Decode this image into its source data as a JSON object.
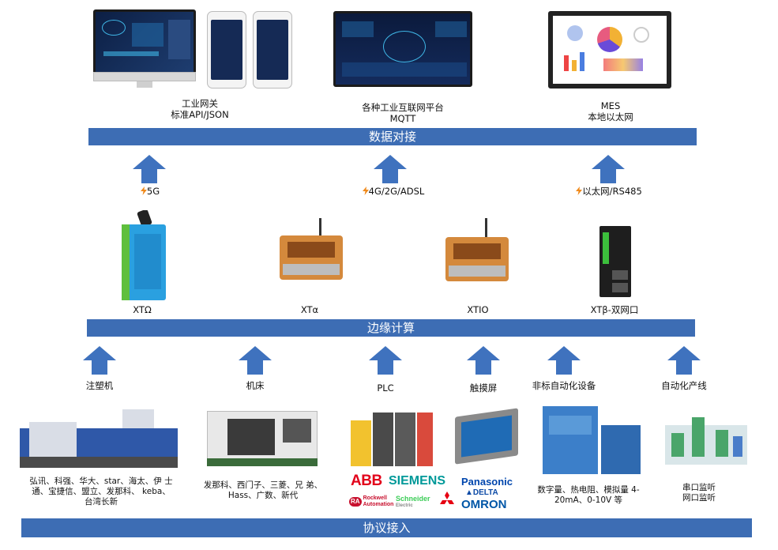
{
  "bars": {
    "top": "数据对接",
    "middle": "边缘计算",
    "bottom": "协议接入"
  },
  "platforms": [
    {
      "line1": "工业网关",
      "line2": "标准API/JSON"
    },
    {
      "line1": "各种工业互联网平台",
      "line2": "MQTT"
    },
    {
      "line1": "MES",
      "line2": "本地以太网"
    }
  ],
  "links": [
    {
      "icon": "lightning-icon",
      "label": "5G"
    },
    {
      "icon": "lightning-icon",
      "label": "4G/2G/ADSL"
    },
    {
      "icon": "lightning-icon",
      "label": "以太网/RS485"
    }
  ],
  "devices": [
    "XTΩ",
    "XTα",
    "XTIO",
    "XTβ-双网口"
  ],
  "sources": [
    {
      "label": "注塑机",
      "desc": [
        "弘讯、科强、华大、star、海太、伊 士",
        "通、宝捷信、盟立、发那科、 keba、",
        "台湾长新"
      ]
    },
    {
      "label": "机床",
      "desc": [
        "发那科、西门子、三菱、兄 弟、",
        "Hass、广数、新代"
      ]
    },
    {
      "label": "PLC",
      "desc": []
    },
    {
      "label": "触摸屏",
      "desc": []
    },
    {
      "label": "非标自动化设备",
      "desc": [
        "数字量、热电阻、模拟量 4-",
        "20mA、0-10V 等"
      ]
    },
    {
      "label": "自动化产线",
      "desc": [
        "串口监听",
        "网口监听"
      ]
    }
  ],
  "brands": {
    "abb": "ABB",
    "siemens": "SIEMENS",
    "panasonic": "Panasonic",
    "rockwell_badge": "RA",
    "rockwell_line1": "Rockwell",
    "rockwell_line2": "Automation",
    "schneider_line1": "Schneider",
    "schneider_line2": "Electric",
    "delta": "DELTA",
    "omron": "OMRON"
  },
  "colors": {
    "bar": "#3d6db4",
    "arrow": "#3f72be",
    "lightning": "#f08a1c"
  }
}
